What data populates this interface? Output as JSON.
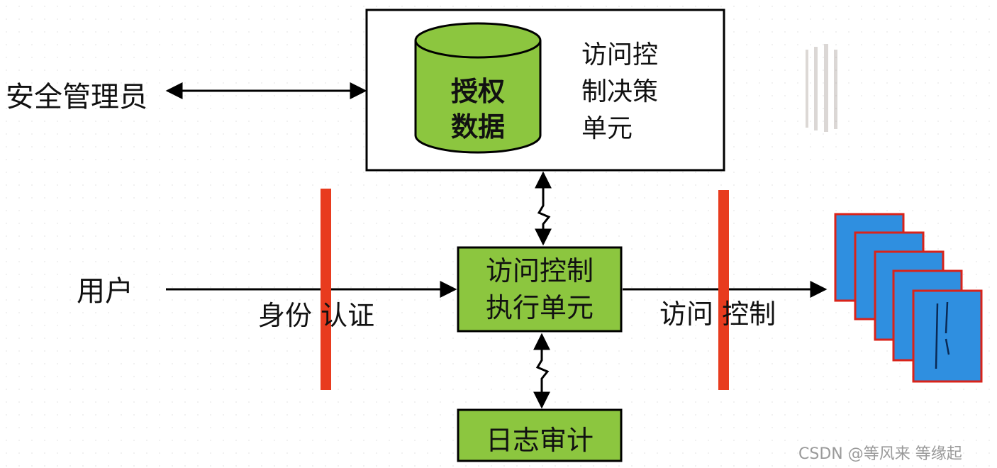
{
  "nodes": {
    "decision_unit": {
      "label_lines": [
        "访问控",
        "制决策",
        "单元"
      ]
    },
    "auth_data": {
      "label_lines": [
        "授权",
        "数据"
      ]
    },
    "enforcement_unit": {
      "label_lines": [
        "访问控制",
        "执行单元"
      ]
    },
    "audit_log": {
      "label": "日志审计"
    },
    "security_admin": {
      "label": "安全管理员"
    },
    "user": {
      "label": "用户"
    },
    "resources": {
      "count": 5
    }
  },
  "edges": {
    "identity_auth": {
      "label": "身份 认证"
    },
    "access_control": {
      "label": "访问 控制"
    }
  },
  "colors": {
    "green": "#8cc63f",
    "barrier": "#e83b1e",
    "resource_fill": "#2f8fe0",
    "resource_border": "#d9231a",
    "stroke": "#000000"
  },
  "watermark": "CSDN @等风来 等缘起"
}
